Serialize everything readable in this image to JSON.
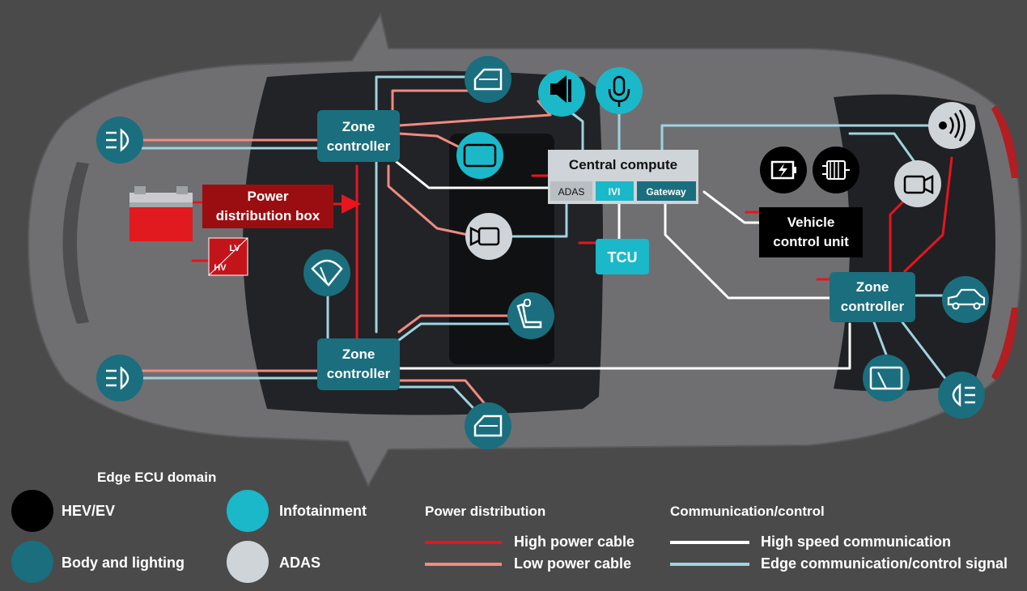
{
  "labels": {
    "zone_tl": [
      "Zone",
      "controller"
    ],
    "zone_bl": [
      "Zone",
      "controller"
    ],
    "zone_r": [
      "Zone",
      "controller"
    ],
    "pdb": [
      "Power",
      "distribution box"
    ],
    "central": "Central compute",
    "adas": "ADAS",
    "ivi": "IVI",
    "gateway": "Gateway",
    "vcu": [
      "Vehicle",
      "control unit"
    ],
    "tcu": "TCU",
    "lv": "LV",
    "hv": "HV"
  },
  "legend": {
    "domain_title": "Edge ECU domain",
    "hev": "HEV/EV",
    "body": "Body and lighting",
    "info": "Infotainment",
    "adas": "ADAS",
    "power_title": "Power distribution",
    "high_power": "High power cable",
    "low_power": "Low power cable",
    "comm_title": "Communication/control",
    "high_speed": "High speed communication",
    "edge_comm": "Edge communication/control signal"
  },
  "colors": {
    "background": "#4a4a4a",
    "hev": "#000000",
    "body_lighting": "#1b6e7e",
    "infotainment": "#1ab8c9",
    "adas": "#cfd4d8",
    "high_power": "#e8141e",
    "low_power": "#f08a80",
    "high_speed": "#ffffff",
    "edge_comm": "#9fd3e0",
    "power_box": "#9a0e12"
  },
  "icons": {
    "headlight_tl": "headlight-icon",
    "headlight_bl": "headlight-icon",
    "headlight_br": "headlight-icon",
    "battery": "battery-icon",
    "dcdc": "dc-dc-converter-icon",
    "door_top": "car-door-icon",
    "door_bottom": "car-door-icon",
    "speaker": "speaker-icon",
    "microphone": "microphone-icon",
    "display": "display-screen-icon",
    "camera_center": "camera-icon",
    "camera_right": "camera-icon",
    "radar": "radar-sensor-icon",
    "ev_charge": "ev-battery-charge-icon",
    "motor": "electric-motor-icon",
    "wiper_front": "windshield-wiper-icon",
    "wiper_rear": "rear-wiper-icon",
    "seat": "car-seat-icon",
    "car_body": "car-silhouette-icon"
  }
}
